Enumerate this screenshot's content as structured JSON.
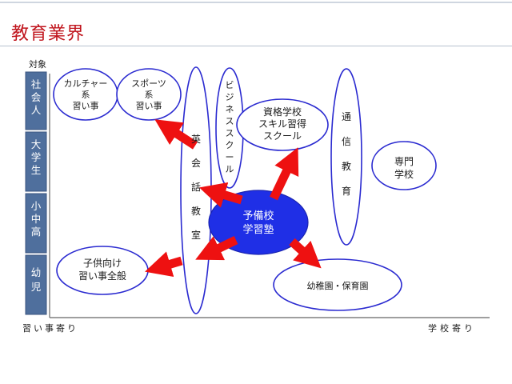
{
  "title": "教育業界",
  "axes": {
    "y_title": "対象",
    "y_segments": [
      "社会人",
      "大学生",
      "小中高",
      "幼児"
    ],
    "x_left": "習い事寄り",
    "x_right": "学校寄り"
  },
  "nodes": {
    "culture": [
      "カルチャー",
      "系",
      "習い事"
    ],
    "sports": [
      "スポーツ",
      "系",
      "習い事"
    ],
    "eikaiwa": "英会話教室",
    "business": "ビジネススクール",
    "shikaku": [
      "資格学校",
      "スキル習得",
      "スクール"
    ],
    "tsushin": "通信教育",
    "senmon": [
      "専門",
      "学校"
    ],
    "yobiko": [
      "予備校",
      "学習塾"
    ],
    "kodomo": [
      "子供向け",
      "習い事全般"
    ],
    "youchien": "幼稚園・保育園"
  },
  "colors": {
    "title": "#c0141c",
    "ellipse_stroke": "#2a2ad0",
    "hub_fill": "#1f2fe6",
    "arrow": "#ee1111",
    "segment_fill": "#4f6f9d",
    "axis": "#666666"
  }
}
